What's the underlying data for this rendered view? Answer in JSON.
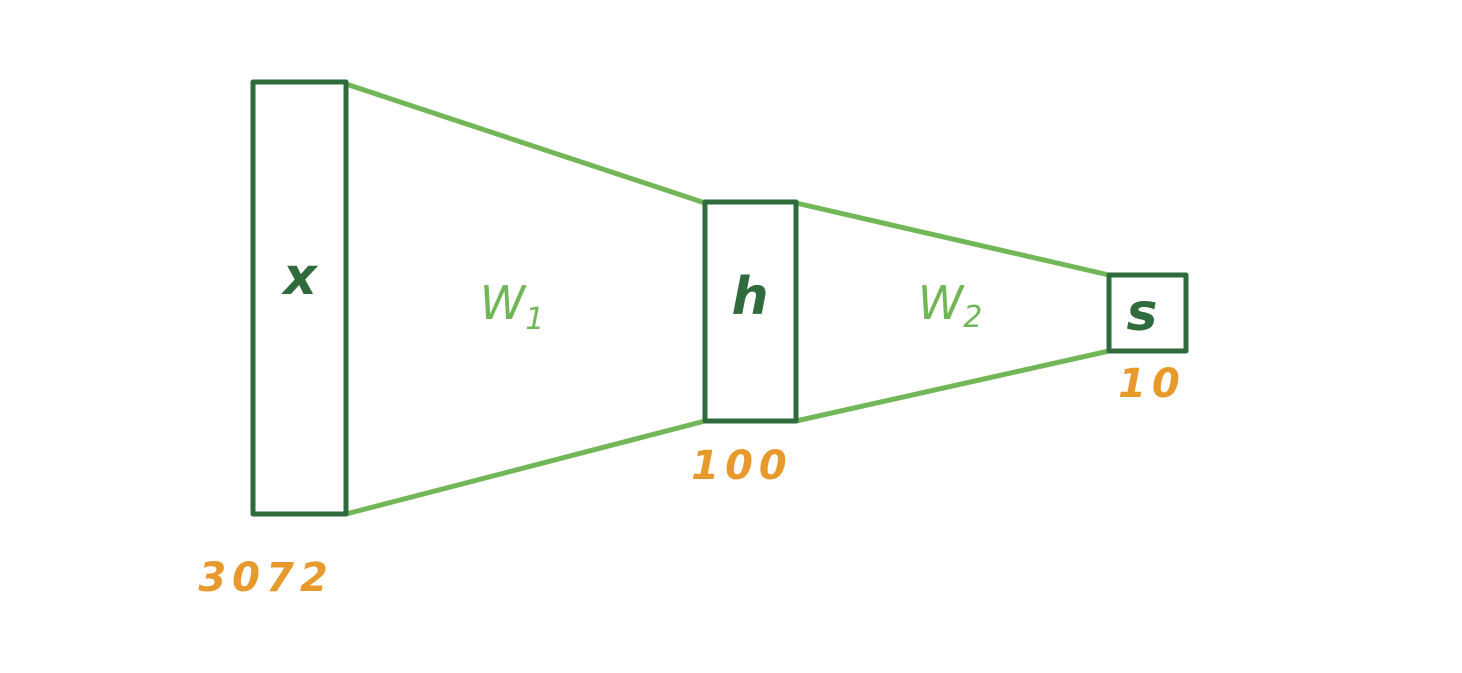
{
  "colors": {
    "box_stroke": "#2f6b3d",
    "connector": "#72b757",
    "layer_text": "#2f6b3d",
    "weight_text": "#72b757",
    "size_text": "#e8992c"
  },
  "layers": [
    {
      "label": "x",
      "size": "3072"
    },
    {
      "label": "h",
      "size": "100"
    },
    {
      "label": "s",
      "size": "10"
    }
  ],
  "weights": [
    {
      "label": "W",
      "subscript": "1"
    },
    {
      "label": "W",
      "subscript": "2"
    }
  ]
}
